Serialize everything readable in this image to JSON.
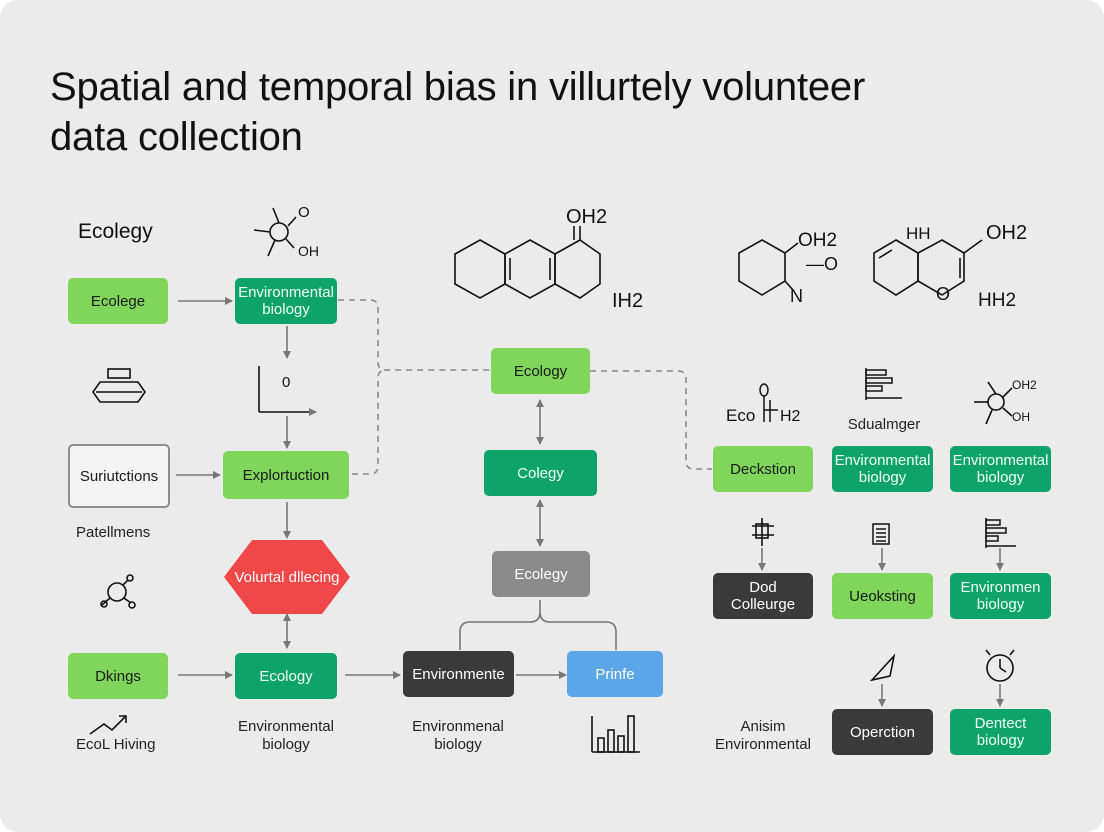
{
  "title": "Spatial and temporal bias in villurtely volunteer data collection",
  "labels": {
    "ecology_header": "Ecolegy",
    "patellmens": "Patellmens",
    "ecol_hiving": "EcoL Hiving",
    "env_bio_1": "Environmental biology",
    "env_bio_2": "Environmenal biology",
    "sdualmger": "Sdualmger",
    "anisim_env": "Anisim Environmental",
    "eco_h2": "Eco",
    "eco_h2_tail": "H2",
    "chem_oh2_top": "OH2",
    "chem_ih2": "IH2",
    "chem_oh2_b": "OH2",
    "chem_n": "N",
    "chem_o_dash": "—O",
    "chem_hh": "HH",
    "chem_oh2_c": "OH2",
    "chem_hh2": "HH2",
    "chem_o_c": "O",
    "mol_o": "O",
    "mol_oh": "OH",
    "mol2_oh2": "OH2",
    "mol2_oh": "OH",
    "axis_o": "0"
  },
  "nodes": {
    "ecolege": "Ecolege",
    "env_biology_top": "Environmental biology",
    "surictions": "Suriutctions",
    "explortuction": "Explortuction",
    "volurtal": "Volurtal dllecing",
    "dkings": "Dkings",
    "ecology_bottom": "Ecology",
    "environmente": "Environmente",
    "prinfe": "Prinfe",
    "ecology_mid": "Ecology",
    "colegy": "Colegy",
    "ecology_gray": "Ecolegy",
    "deckstion": "Deckstion",
    "env_bio_r1": "Environmental biology",
    "env_bio_r2": "Environmental biology",
    "dod": "Dod Colleurge",
    "ueoksting": "Ueoksting",
    "environmen": "Environmen biology",
    "operction": "Operction",
    "dentect": "Dentect biology"
  },
  "colors": {
    "light_green": "#7fd65a",
    "dark_green": "#0da36a",
    "dark": "#3a3a3a",
    "gray": "#8a8a8a",
    "blue": "#5aa6e6",
    "red": "#f04848"
  }
}
